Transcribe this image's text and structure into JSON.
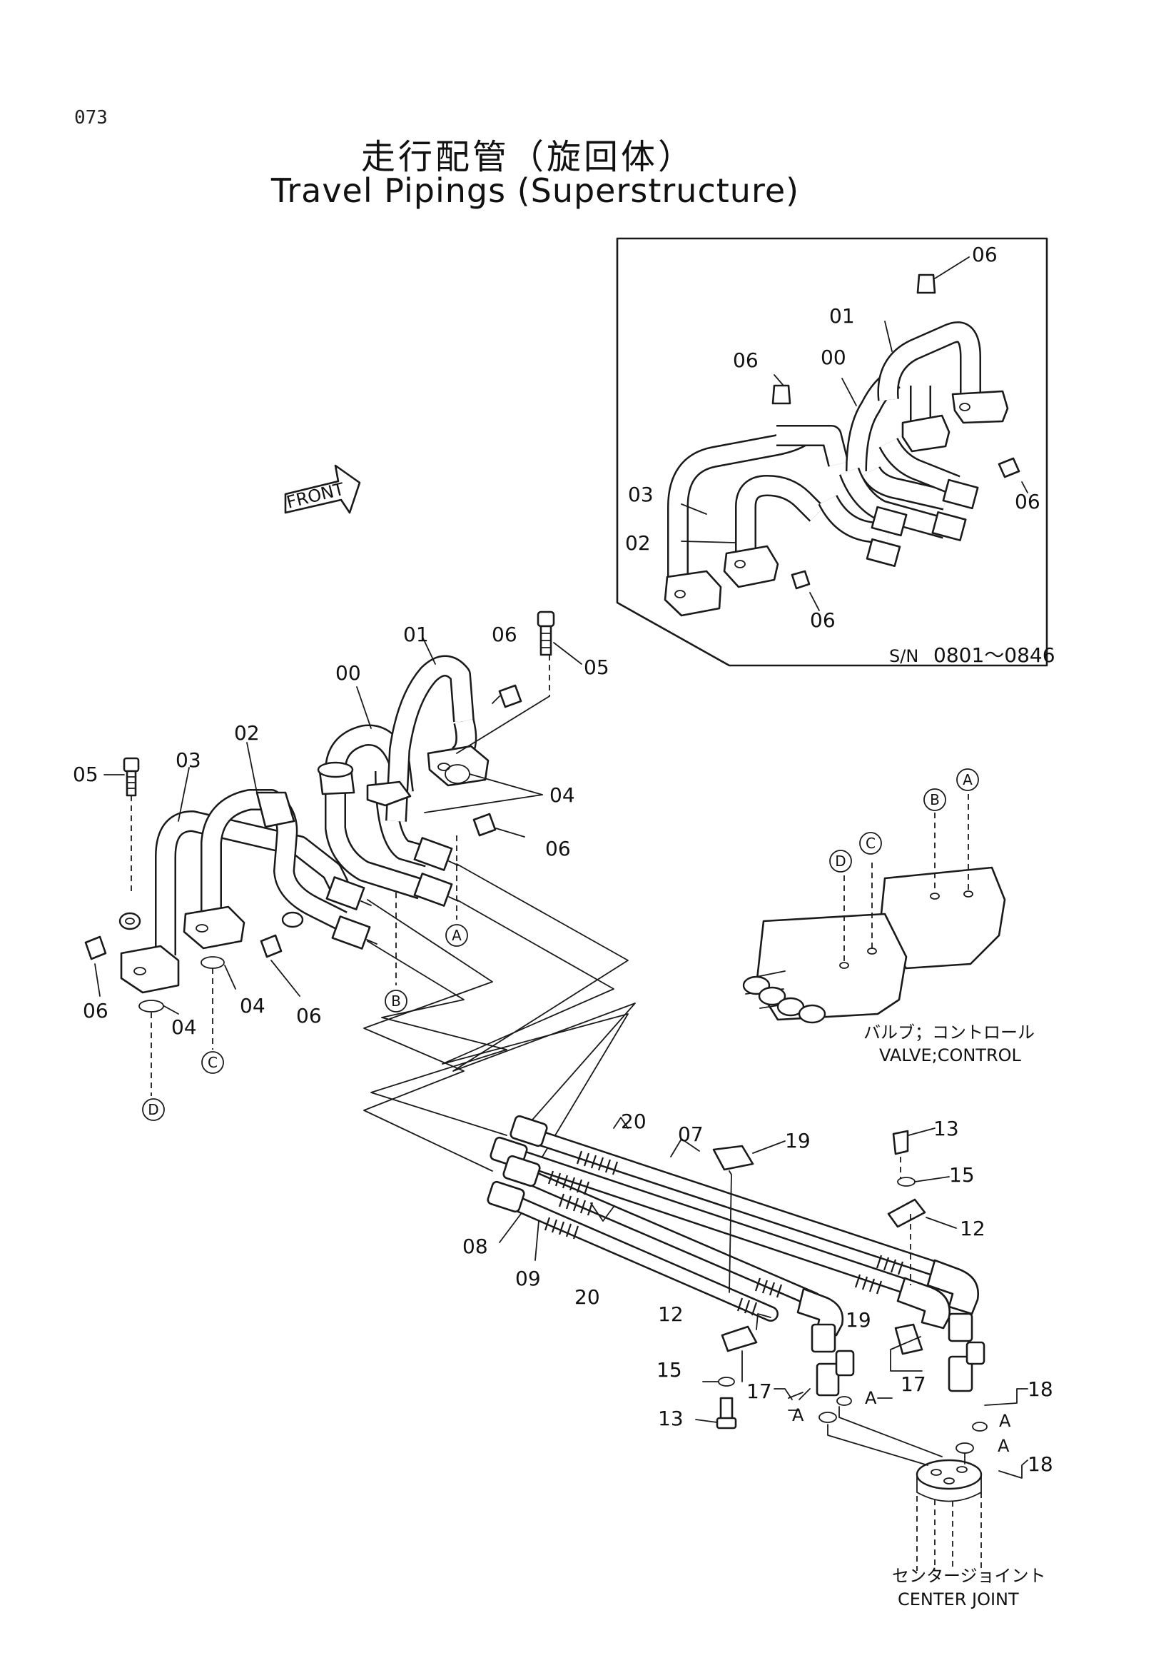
{
  "page_number": "073",
  "title_jp": "走行配管（旋回体）",
  "title_en": "Travel Pipings (Superstructure)",
  "front_tag": "FRONT",
  "inset": {
    "serial_label": "S/N",
    "serial_range": "0801～0846"
  },
  "part_labels": {
    "p00": "00",
    "p01": "01",
    "p02": "02",
    "p03": "03",
    "p04": "04",
    "p05": "05",
    "p06": "06",
    "p07": "07",
    "p08": "08",
    "p09": "09",
    "p12": "12",
    "p13": "13",
    "p15": "15",
    "p17": "17",
    "p18": "18",
    "p19": "19",
    "p20": "20"
  },
  "port_labels": {
    "A": "A",
    "B": "B",
    "C": "C",
    "D": "D"
  },
  "control_valve": {
    "label_jp": "バルブ；コントロール",
    "label_en": "VALVE;CONTROL"
  },
  "center_joint": {
    "label_jp": "センタージョイント",
    "label_en": "CENTER JOINT"
  }
}
